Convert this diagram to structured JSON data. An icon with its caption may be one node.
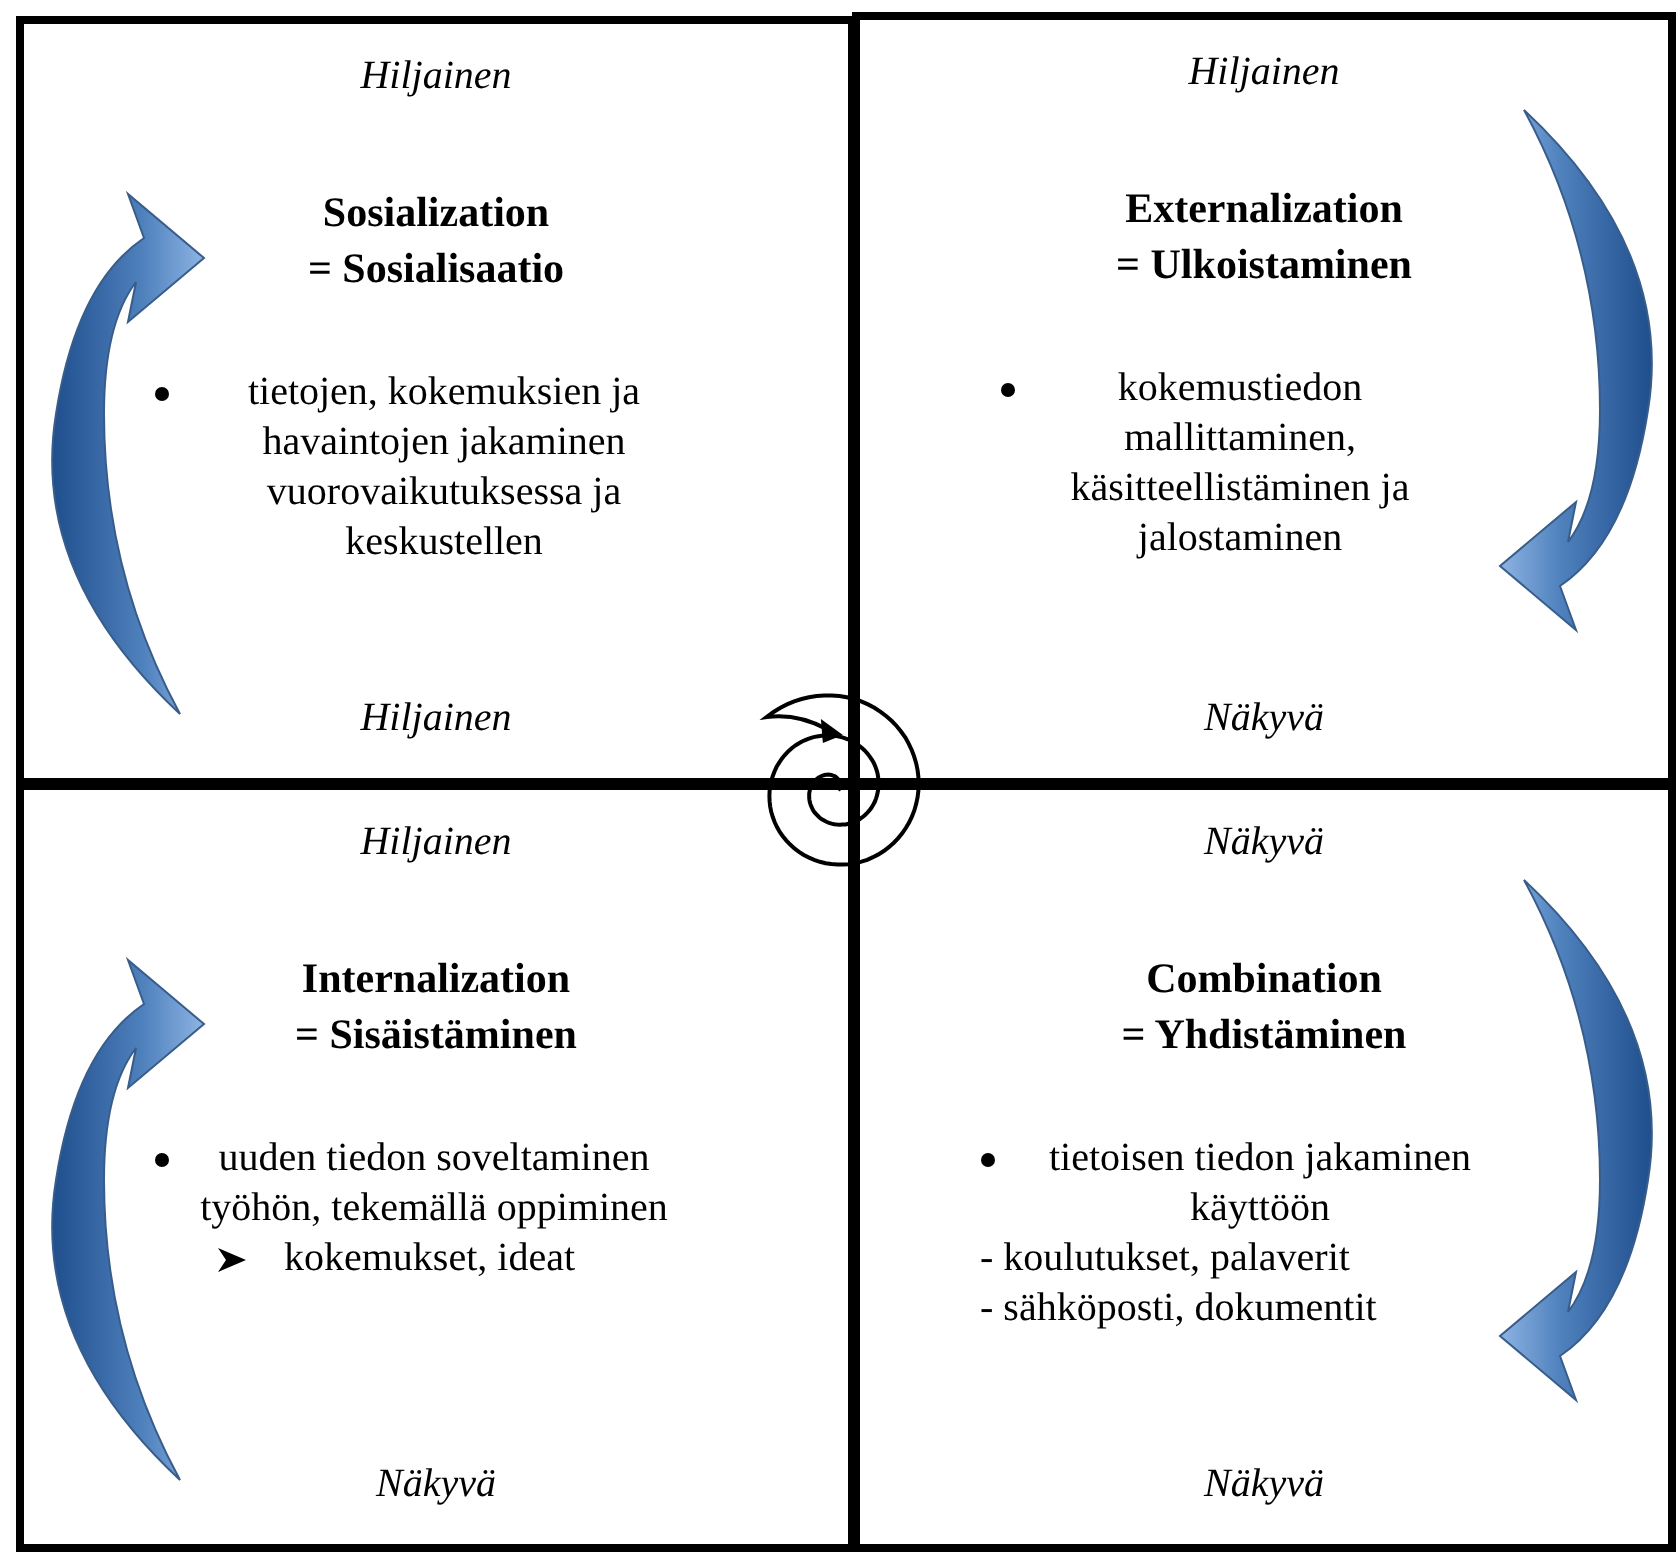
{
  "diagram": {
    "nodes": [
      {
        "text": [
          "Hiljainen",
          "Sosialization = Sosialisaatio",
          "tietojen, kokemuksien ja havaintojen jakaminen vuorovaikutuksessa ja keskustellen",
          "Hiljainen"
        ]
      },
      {
        "text": [
          "Hiljainen",
          "Externalization = Ulkoistaminen",
          "kokemustiedon mallittaminen, käsitteellistäminen ja jalostaminen",
          "Näkyvä"
        ]
      },
      {
        "text": [
          "Hiljainen",
          "Internalization = Sisäistäminen",
          "uuden tiedon soveltaminen työhön, tekemällä oppiminen",
          "kokemukset, ideat",
          "Näkyvä"
        ]
      },
      {
        "text": [
          "Näkyvä",
          "Combination = Yhdistäminen",
          "tietoisen tiedon jakaminen käyttöön",
          "- koulutukset, palaverit",
          "- sähköposti, dokumentit",
          "Näkyvä"
        ]
      }
    ],
    "edges": []
  }
}
